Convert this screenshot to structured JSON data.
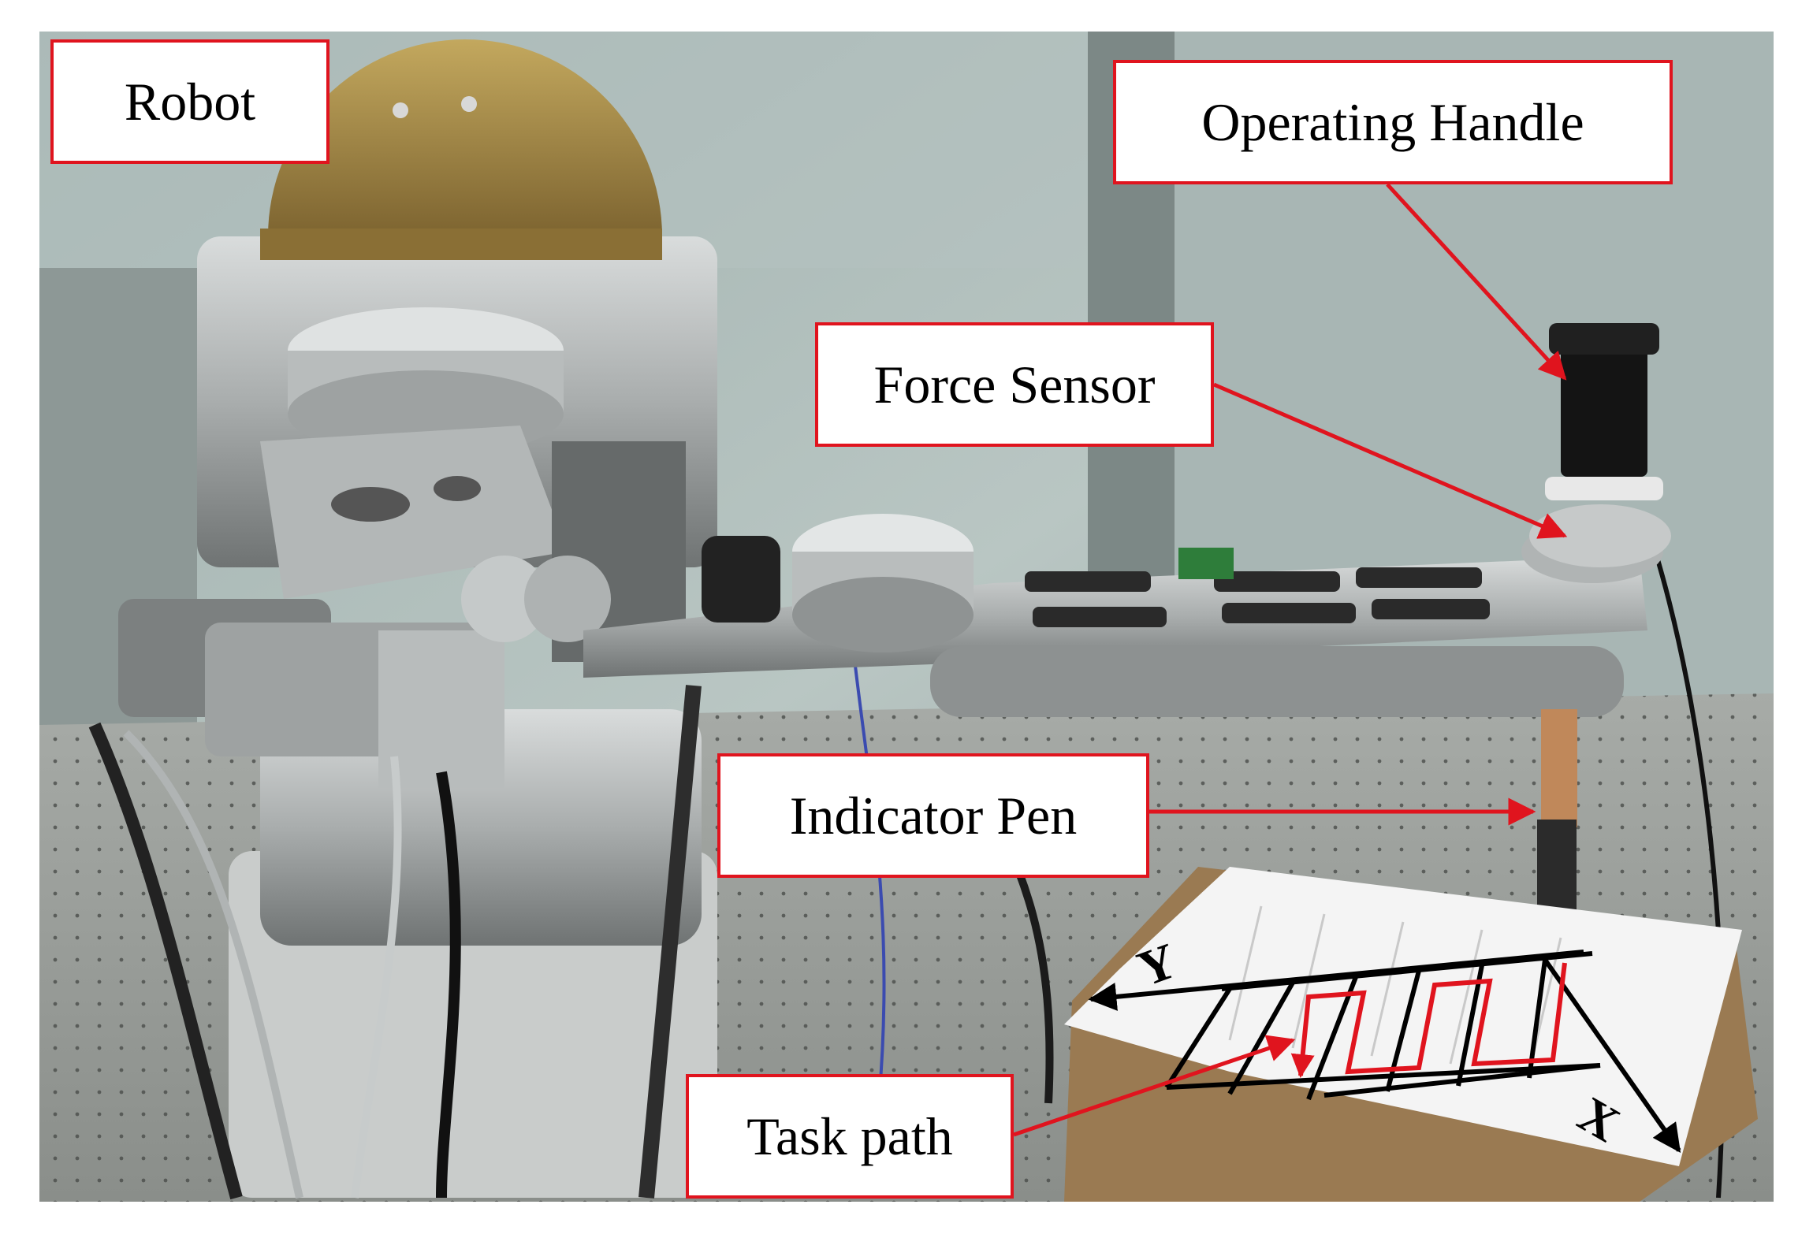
{
  "labels": {
    "robot": "Robot",
    "operating_handle": "Operating Handle",
    "force_sensor": "Force Sensor",
    "indicator_pen": "Indicator Pen",
    "task_path": "Task path"
  },
  "axes": {
    "x": "X",
    "y": "Y"
  },
  "colors": {
    "label_border": "#e0141e",
    "arrow": "#e0141e",
    "path": "#e0141e",
    "axis": "#000000"
  }
}
